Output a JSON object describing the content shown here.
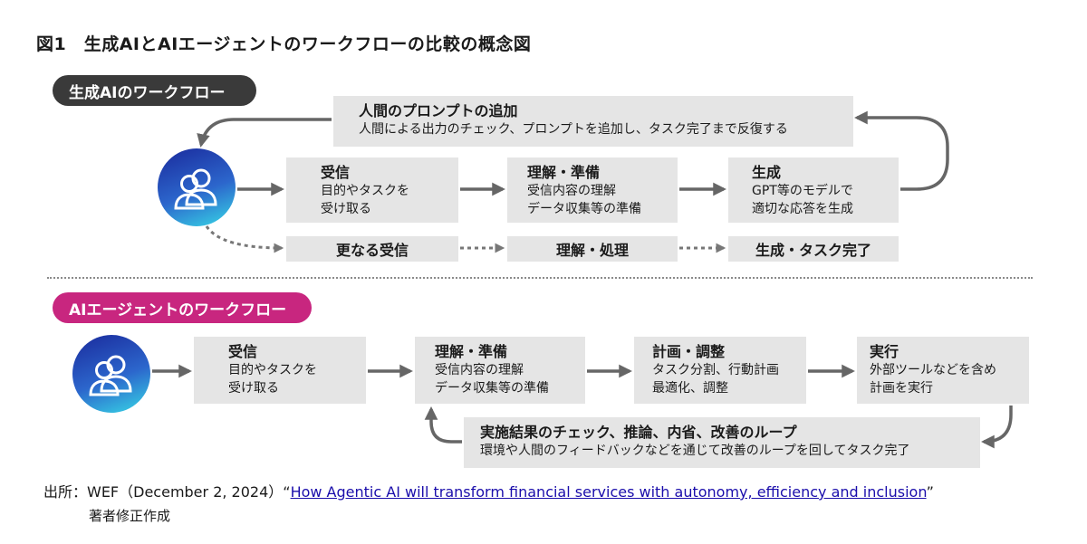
{
  "figure_title": "図1　生成AIとAIエージェントのワークフローの比較の概念図",
  "genai": {
    "label": "生成AIのワークフロー",
    "loop": {
      "title": "人間のプロンプトの追加",
      "desc": "人間による出力のチェック、プロンプトを追加し、タスク完了まで反復する"
    },
    "steps": [
      {
        "title": "受信",
        "desc1": "目的やタスクを",
        "desc2": "受け取る"
      },
      {
        "title": "理解・準備",
        "desc1": "受信内容の理解",
        "desc2": "データ収集等の準備"
      },
      {
        "title": "生成",
        "desc1": "GPT等のモデルで",
        "desc2": "適切な応答を生成"
      }
    ],
    "sub_steps": [
      "更なる受信",
      "理解・処理",
      "生成・タスク完了"
    ]
  },
  "agent": {
    "label": "AIエージェントのワークフロー",
    "steps": [
      {
        "title": "受信",
        "desc1": "目的やタスクを",
        "desc2": "受け取る"
      },
      {
        "title": "理解・準備",
        "desc1": "受信内容の理解",
        "desc2": "データ収集等の準備"
      },
      {
        "title": "計画・調整",
        "desc1": "タスク分割、行動計画",
        "desc2": "最適化、調整"
      },
      {
        "title": "実行",
        "desc1": "外部ツールなどを含め",
        "desc2": "計画を実行"
      }
    ],
    "loop": {
      "title": "実施結果のチェック、推論、内省、改善のループ",
      "desc": "環境や人間のフィードバックなどを通じて改善のループを回してタスク完了"
    }
  },
  "source": {
    "prefix": "出所：WEF（December 2, 2024）“",
    "link_text": "How Agentic AI will transform financial services with autonomy, efficiency and inclusion",
    "suffix": "”",
    "note": "著者修正作成"
  },
  "colors": {
    "pill_dark": "#3a3a3a",
    "pill_pink": "#c8267f",
    "box_fill": "#e5e5e5",
    "arrow": "#666666",
    "link": "#1a0dab"
  }
}
